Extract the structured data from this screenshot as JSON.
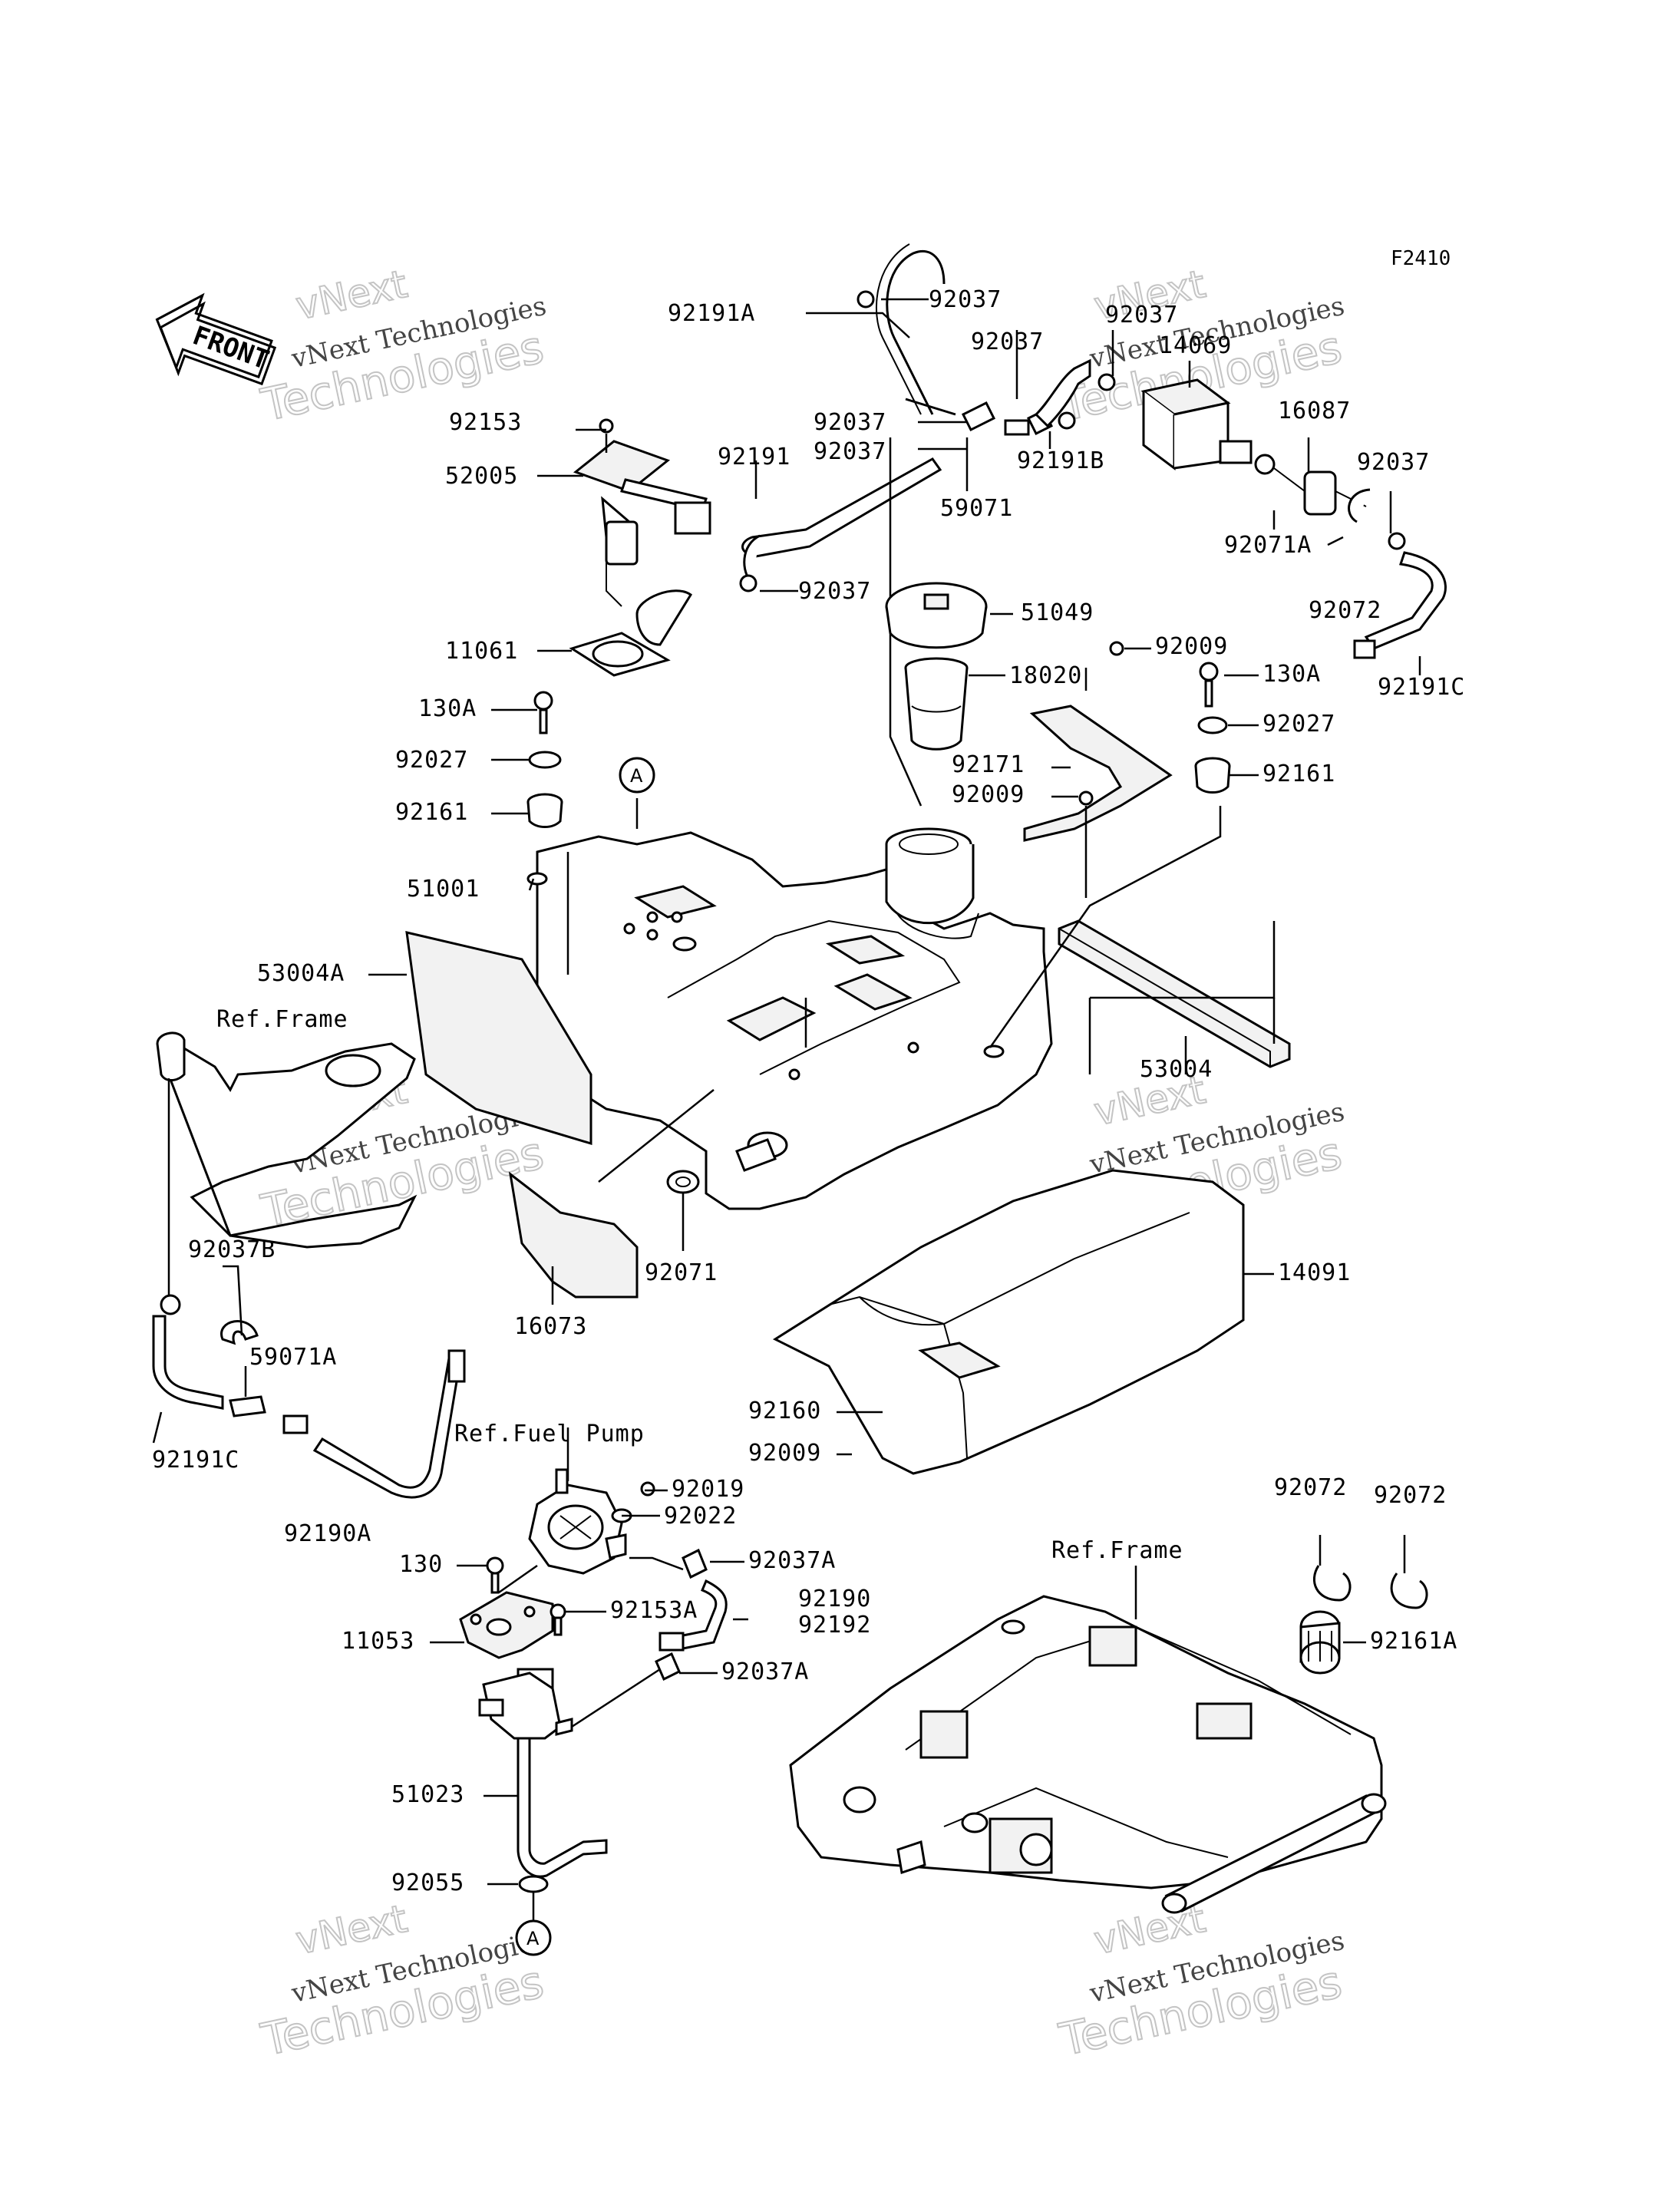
{
  "figure_code": "F2410",
  "front_label": "FRONT",
  "watermark": {
    "line1": "vNext Technologies",
    "line2": "Technologies",
    "line3": "vNext"
  },
  "refs": {
    "frame_top": "Ref.Frame",
    "fuel_pump": "Ref.Fuel Pump",
    "frame_bottom": "Ref.Frame"
  },
  "circle_marker": "A",
  "part_labels": [
    "92191A",
    "92037",
    "92037",
    "92037",
    "14069",
    "92037",
    "92037",
    "92191B",
    "59071",
    "92191",
    "16087",
    "92037",
    "92071A",
    "92072",
    "92191C",
    "92153",
    "52005",
    "92037",
    "51049",
    "11061",
    "18020",
    "92009",
    "130A",
    "130A",
    "92027",
    "92027",
    "92171",
    "92161",
    "92009",
    "92161",
    "51001",
    "53004A",
    "Ref.Frame",
    "53004",
    "92071",
    "16073",
    "14091",
    "92037B",
    "59071A",
    "92160",
    "92191C",
    "92009",
    "Ref.Fuel Pump",
    "92019",
    "92022",
    "92190A",
    "92072",
    "92072",
    "130",
    "92037A",
    "Ref.Frame",
    "92153A",
    "92190",
    "92192",
    "11053",
    "92161A",
    "92037A",
    "51023",
    "92055"
  ]
}
